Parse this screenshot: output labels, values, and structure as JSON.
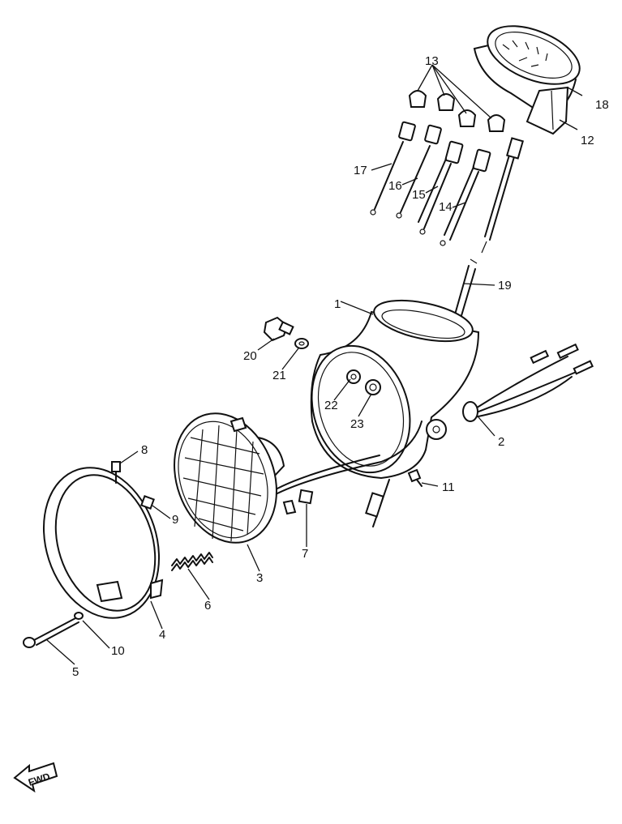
{
  "diagram": {
    "callouts": [
      {
        "id": "c1",
        "text": "1"
      },
      {
        "id": "c2",
        "text": "2"
      },
      {
        "id": "c3",
        "text": "3"
      },
      {
        "id": "c4",
        "text": "4"
      },
      {
        "id": "c5",
        "text": "5"
      },
      {
        "id": "c6",
        "text": "6"
      },
      {
        "id": "c7",
        "text": "7"
      },
      {
        "id": "c8",
        "text": "8"
      },
      {
        "id": "c9",
        "text": "9"
      },
      {
        "id": "c10",
        "text": "10"
      },
      {
        "id": "c11",
        "text": "11"
      },
      {
        "id": "c12",
        "text": "12"
      },
      {
        "id": "c13",
        "text": "13"
      },
      {
        "id": "c14",
        "text": "14"
      },
      {
        "id": "c15",
        "text": "15"
      },
      {
        "id": "c16",
        "text": "16"
      },
      {
        "id": "c17",
        "text": "17"
      },
      {
        "id": "c18",
        "text": "18"
      },
      {
        "id": "c19",
        "text": "19"
      },
      {
        "id": "c20",
        "text": "20"
      },
      {
        "id": "c21",
        "text": "21"
      },
      {
        "id": "c22",
        "text": "22"
      },
      {
        "id": "c23",
        "text": "23"
      }
    ],
    "direction_label": "FWD"
  }
}
